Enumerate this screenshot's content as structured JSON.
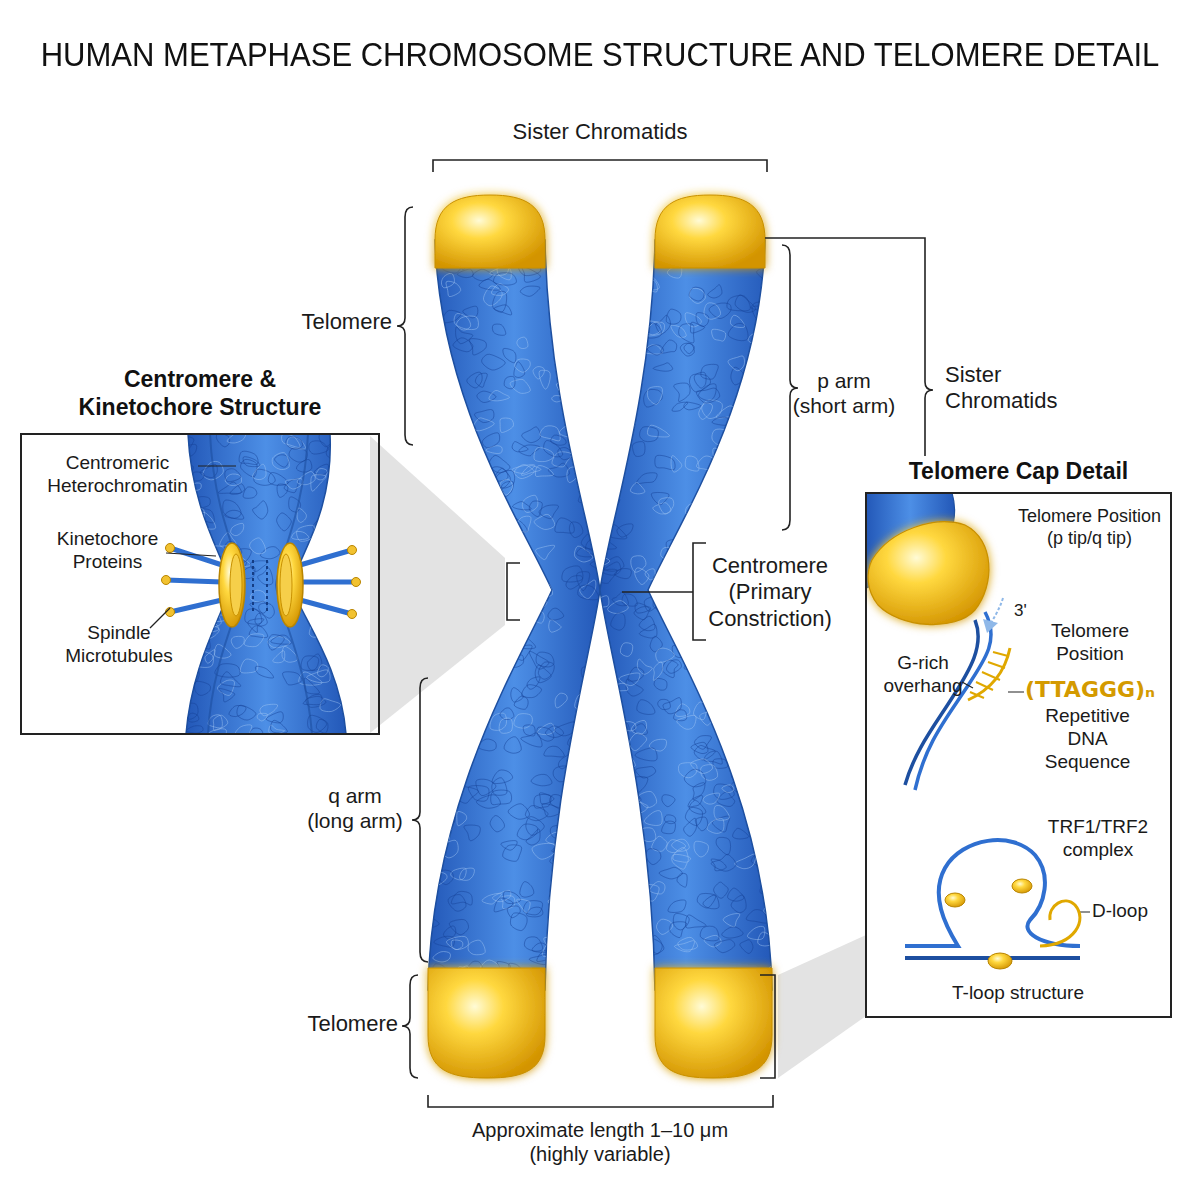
{
  "diagram": {
    "title": "HUMAN METAPHASE CHROMOSOME STRUCTURE AND TELOMERE DETAIL",
    "nodes": [
      {
        "text": [
          "Centromere & Kinetochore Structure"
        ]
      },
      {
        "text": [
          "Telomere Cap Detail"
        ]
      }
    ],
    "labels": [
      "Sister Chromatids",
      "Telomere",
      "p arm (short arm)",
      "Sister Chromatids",
      "Centromeric Heterochromatin",
      "Kinetochore Proteins",
      "Spindle Microtubules",
      "Centromere (Primary Constriction)",
      "Telomere Position (p tip/q tip)",
      "3'",
      "Telomere Position",
      "G-rich overhang",
      "(TTAGGG)ₙ",
      "Repetitive DNA Sequence",
      "q arm (long arm)",
      "TRF1/TRF2 complex",
      "D-loop",
      "T-loop structure",
      "Telomere",
      "Approximate length 1–10 μm (highly variable)"
    ]
  }
}
